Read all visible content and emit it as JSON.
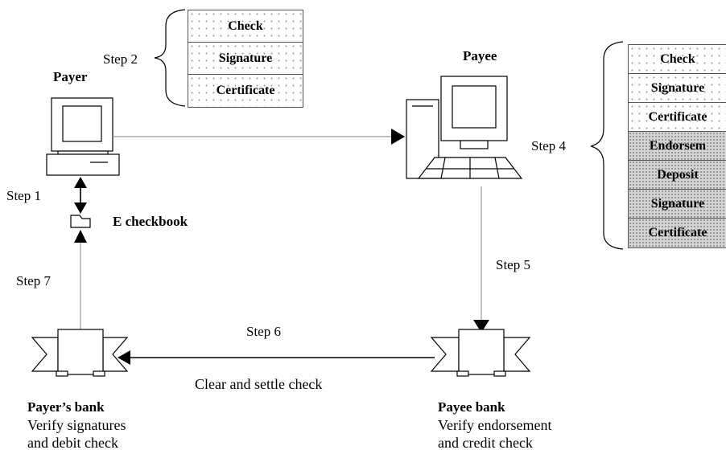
{
  "labels": {
    "payer": "Payer",
    "payee": "Payee",
    "e_checkbook": "E checkbook",
    "payers_bank": "Payer’s bank",
    "payers_bank_desc_1": "Verify signatures",
    "payers_bank_desc_2": "and debit check",
    "payee_bank": "Payee bank",
    "payee_bank_desc_1": "Verify endorsement",
    "payee_bank_desc_2": "and credit check",
    "clear_settle": "Clear and settle check"
  },
  "steps": {
    "step1": "Step 1",
    "step2": "Step 2",
    "step4": "Step 4",
    "step5": "Step 5",
    "step6": "Step 6",
    "step7": "Step 7"
  },
  "step2_stack": [
    "Check",
    "Signature",
    "Certificate"
  ],
  "step4_stack": [
    "Check",
    "Signature",
    "Certificate",
    "Endorsem",
    "Deposit",
    "Signature",
    "Certificate"
  ]
}
